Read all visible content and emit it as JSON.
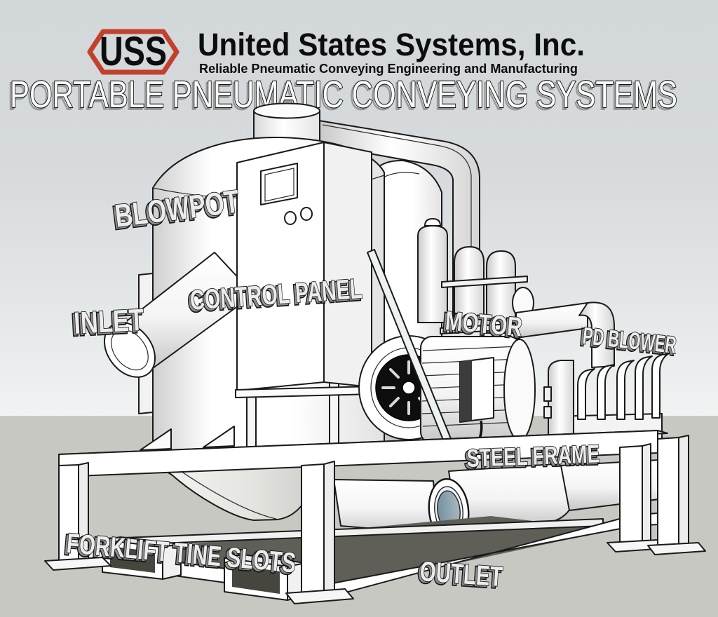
{
  "header": {
    "logo": {
      "text": "USS"
    },
    "company_name": "United States Systems, Inc.",
    "tagline": "Reliable Pneumatic Conveying Engineering and Manufacturing",
    "title": "PORTABLE PNEUMATIC CONVEYING SYSTEMS"
  },
  "diagram": {
    "labels": {
      "blowpot": "BLOWPOT",
      "control_panel": "CONTROL PANEL",
      "inlet": "INLET",
      "motor": "MOTOR",
      "pd_blower": "PD BLOWER",
      "steel_frame": "STEEL FRAME",
      "forklift_tine_slots": "FORKLIFT TINE SLOTS",
      "outlet": "OUTLET"
    }
  },
  "colors": {
    "brand_red": "#C2402E",
    "ink": "#1A1A1A",
    "sky_top": "#D2D7D9",
    "sky_bottom": "#F0F2F3",
    "ground": "#C8C8C2",
    "machine_white": "#FFFFFF",
    "pipe_bore_blue": "#8FA3AE",
    "frame_shadow": "#5F5F58"
  }
}
